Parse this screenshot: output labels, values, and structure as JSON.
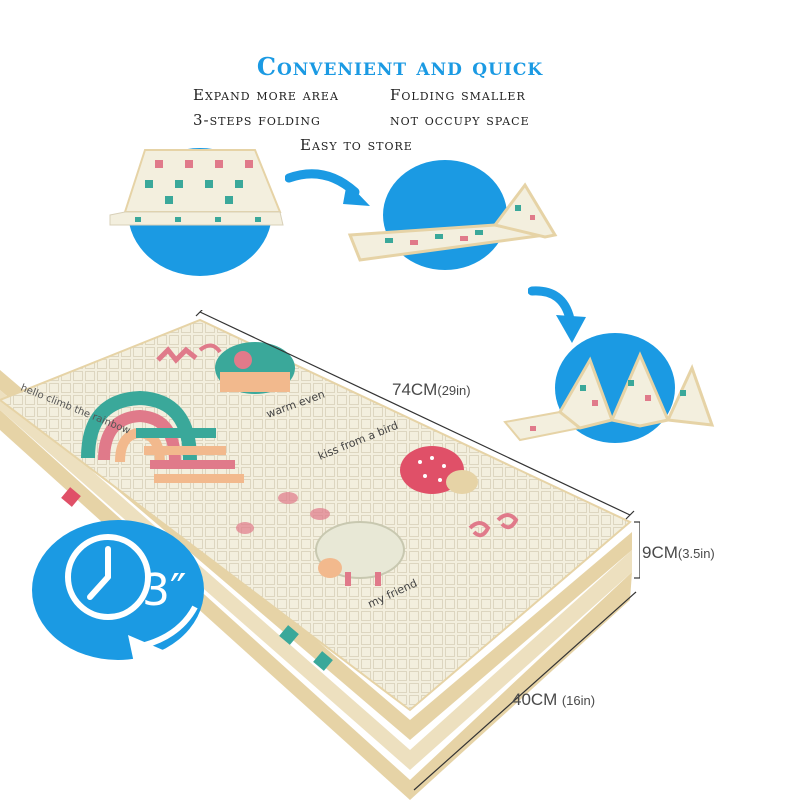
{
  "title": "Convenient and quick",
  "features": [
    "Expand more area",
    "Folding smaller",
    "3-steps folding",
    "not occupy space",
    "Easy to store"
  ],
  "dimensions": {
    "length_main": "74CM",
    "length_sub": "(29in)",
    "thickness_main": "9CM",
    "thickness_sub": "(3.5in)",
    "width_main": "40CM",
    "width_sub": "(16in)"
  },
  "timer_badge": {
    "text": "3″"
  },
  "mat_prints": [
    "hello climb the rainbow",
    "warm even",
    "kiss from a bird",
    "my friend"
  ],
  "colors": {
    "accent_blue": "#1b9ae3",
    "mat_cream": "#f3efde",
    "mat_edge": "#e6d3a6",
    "text_dark": "#222222"
  }
}
